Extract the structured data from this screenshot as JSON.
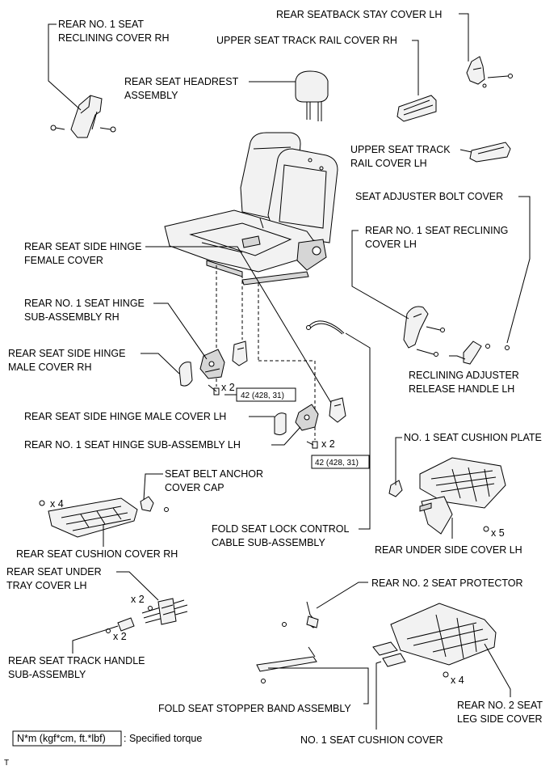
{
  "labels": {
    "recliningCoverRh": [
      "REAR NO. 1 SEAT",
      "RECLINING COVER RH"
    ],
    "seatbackStayCoverLh": [
      "REAR SEATBACK STAY COVER LH"
    ],
    "upperRailCoverRh": [
      "UPPER SEAT TRACK RAIL COVER RH"
    ],
    "headrest": [
      "REAR SEAT HEADREST",
      "ASSEMBLY"
    ],
    "upperRailCoverLh": [
      "UPPER SEAT TRACK",
      "RAIL COVER LH"
    ],
    "adjusterBoltCover": [
      "SEAT ADJUSTER BOLT COVER"
    ],
    "recliningCoverLh": [
      "REAR NO. 1 SEAT RECLINING",
      "COVER LH"
    ],
    "sideHingeFemale": [
      "REAR SEAT SIDE HINGE",
      "FEMALE COVER"
    ],
    "hingeSubRh": [
      "REAR NO. 1 SEAT HINGE",
      "SUB-ASSEMBLY RH"
    ],
    "hingeMaleRh": [
      "REAR SEAT SIDE HINGE",
      "MALE COVER RH"
    ],
    "recliningHandleLh": [
      "RECLINING ADJUSTER",
      "RELEASE HANDLE LH"
    ],
    "hingeMaleLh": [
      "REAR SEAT SIDE HINGE MALE COVER LH"
    ],
    "hingeSubLh": [
      "REAR NO. 1 SEAT HINGE SUB-ASSEMBLY LH"
    ],
    "cushionPlate": [
      "NO. 1 SEAT CUSHION PLATE"
    ],
    "anchorCap": [
      "SEAT BELT ANCHOR",
      "COVER CAP"
    ],
    "cushionCoverRh": [
      "REAR SEAT CUSHION COVER RH"
    ],
    "lockCable": [
      "FOLD SEAT LOCK CONTROL",
      "CABLE SUB-ASSEMBLY"
    ],
    "underSideCoverLh": [
      "REAR UNDER SIDE COVER LH"
    ],
    "underTrayCoverLh": [
      "REAR SEAT UNDER",
      "TRAY COVER LH"
    ],
    "no2Protector": [
      "REAR NO. 2 SEAT PROTECTOR"
    ],
    "trackHandle": [
      "REAR SEAT TRACK HANDLE",
      "SUB-ASSEMBLY"
    ],
    "no2LegCover": [
      "REAR NO. 2 SEAT",
      "LEG SIDE COVER"
    ],
    "stopperBand": [
      "FOLD SEAT STOPPER BAND ASSEMBLY"
    ],
    "no1CushionCover": [
      "NO. 1 SEAT CUSHION COVER"
    ]
  },
  "torques": {
    "rh": "42 (428, 31)",
    "lh": "42 (428, 31)"
  },
  "quantities": {
    "q1": "x 2",
    "q2": "x 2",
    "q3": "x 4",
    "q4": "x 5",
    "q5": "x 2",
    "q6": "x 2",
    "q7": "x 4"
  },
  "legend": {
    "unit": "N*m (kgf*cm, ft.*lbf)",
    "text": ": Specified torque"
  },
  "corner": "T"
}
